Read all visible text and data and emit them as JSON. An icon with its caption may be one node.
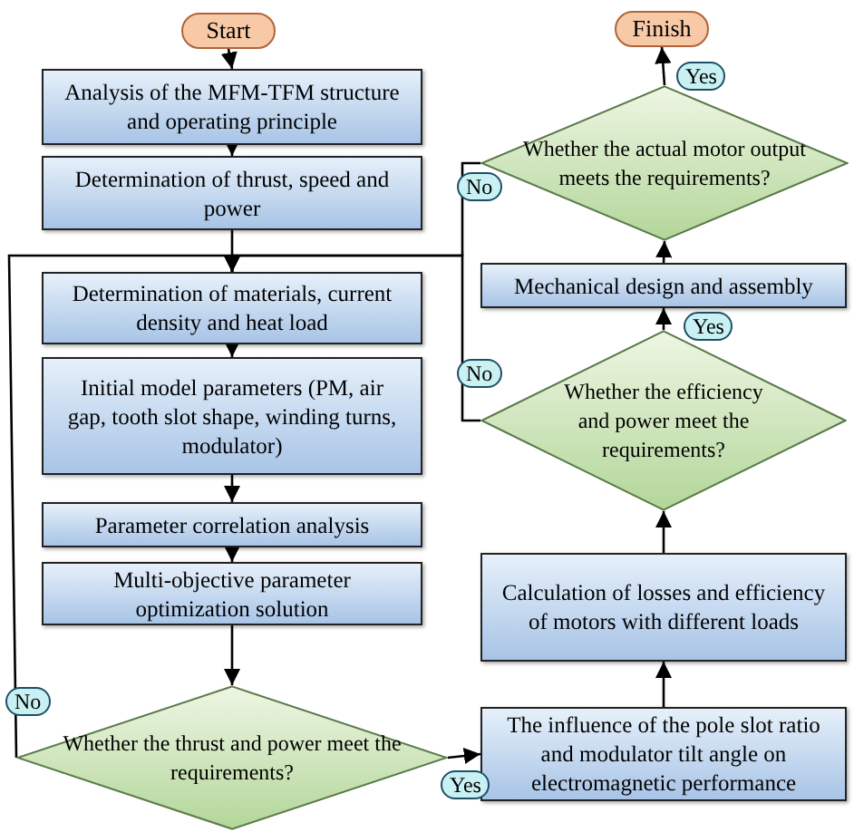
{
  "diagram": {
    "nodes": [
      {
        "text": [
          "Start"
        ]
      },
      {
        "text": [
          "Analysis of the MFM-TFM structure and operating principle"
        ]
      },
      {
        "text": [
          "Determination of thrust, speed and power"
        ]
      },
      {
        "text": [
          "Determination of materials, current density and heat load"
        ]
      },
      {
        "text": [
          "Initial model parameters (PM, air gap, tooth slot shape, winding turns, modulator)"
        ]
      },
      {
        "text": [
          "Parameter correlation analysis"
        ]
      },
      {
        "text": [
          "Multi-objective parameter optimization solution"
        ]
      },
      {
        "text": [
          "Whether the thrust and power meet the requirements?"
        ]
      },
      {
        "text": [
          "The influence of the pole slot ratio and modulator tilt angle on electromagnetic performance"
        ]
      },
      {
        "text": [
          "Calculation of losses and efficiency of motors with different loads"
        ]
      },
      {
        "text": [
          "Whether the efficiency and power meet the requirements?"
        ]
      },
      {
        "text": [
          "Mechanical design and assembly"
        ]
      },
      {
        "text": [
          "Whether the actual motor output meets the requirements?"
        ]
      },
      {
        "text": [
          "Finish"
        ]
      }
    ],
    "edges": [
      {
        "from": 0,
        "to": 1,
        "arrow": "to"
      },
      {
        "from": 1,
        "to": 2,
        "arrow": "to"
      },
      {
        "from": 2,
        "to": 3,
        "arrow": "to"
      },
      {
        "from": 3,
        "to": 4,
        "arrow": "to"
      },
      {
        "from": 4,
        "to": 5,
        "arrow": "to"
      },
      {
        "from": 5,
        "to": 6,
        "arrow": "to"
      },
      {
        "from": 6,
        "to": 7,
        "arrow": "to"
      },
      {
        "from": 7,
        "to": 8,
        "arrow": "to",
        "label": "Yes"
      },
      {
        "from": 8,
        "to": 9,
        "arrow": "to"
      },
      {
        "from": 9,
        "to": 10,
        "arrow": "to"
      },
      {
        "from": 10,
        "to": 11,
        "arrow": "to",
        "label": "Yes"
      },
      {
        "from": 11,
        "to": 12,
        "arrow": "to"
      },
      {
        "from": 12,
        "to": 13,
        "arrow": "to",
        "label": "Yes"
      },
      {
        "from": 7,
        "to": 3,
        "arrow": "to",
        "label": "No"
      },
      {
        "from": 10,
        "to": 3,
        "arrow": "to",
        "label": "No"
      },
      {
        "from": 12,
        "to": 3,
        "arrow": "to",
        "label": "No"
      }
    ]
  }
}
